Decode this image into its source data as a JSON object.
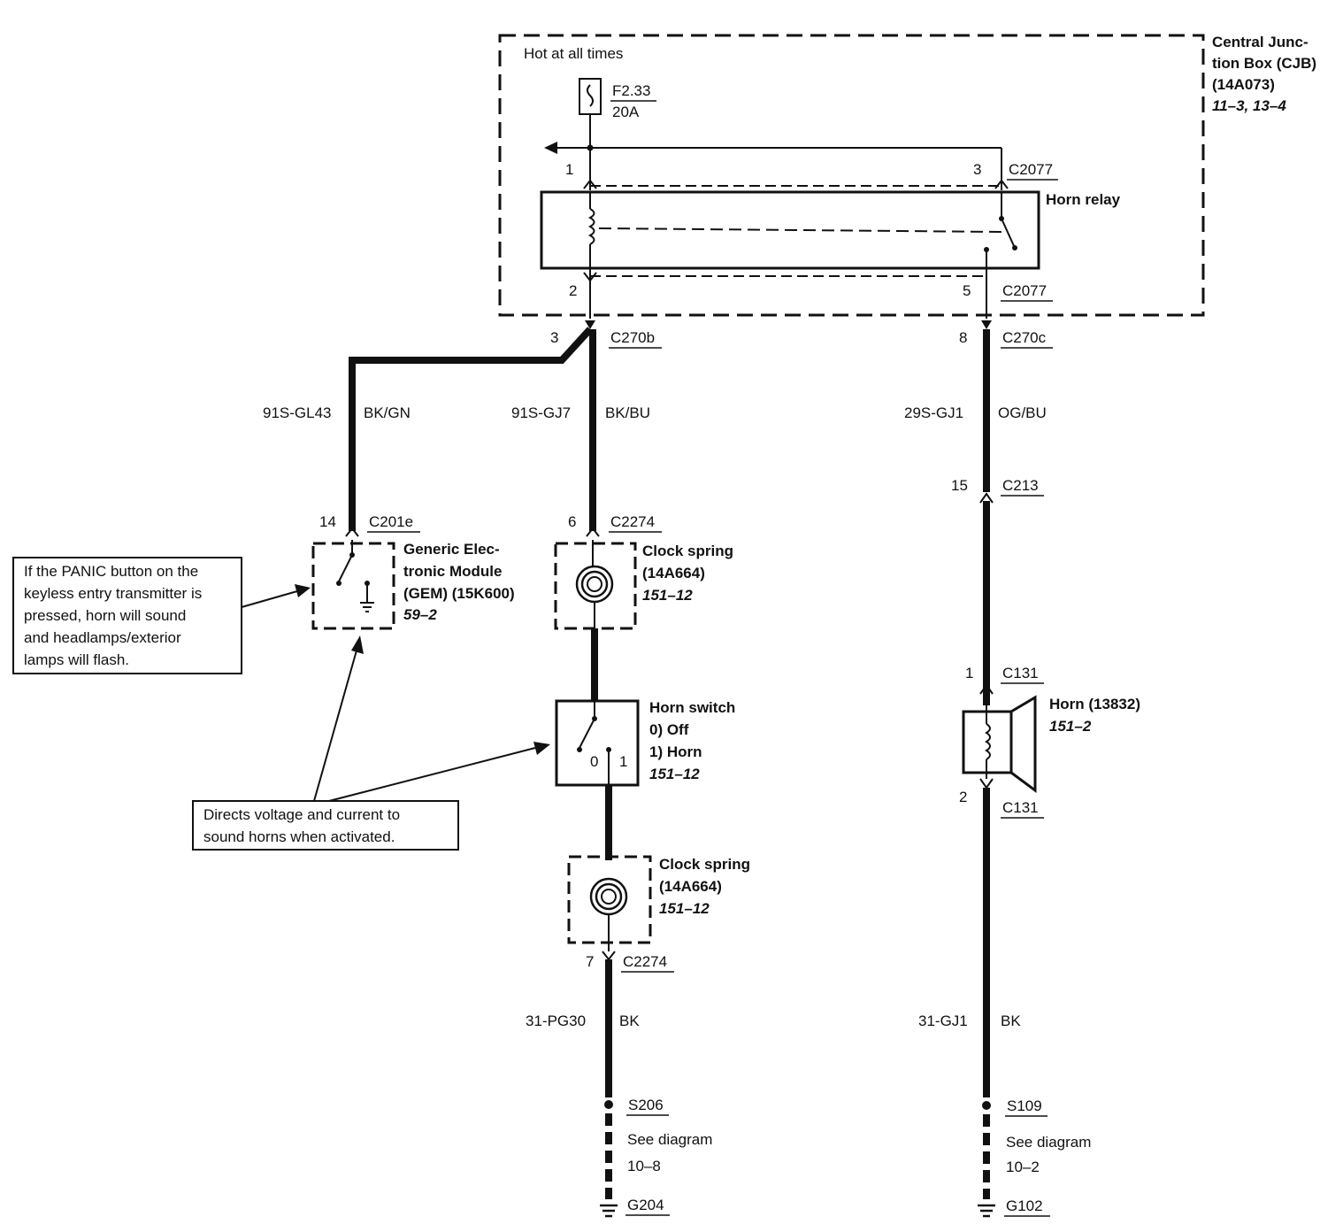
{
  "cjb": {
    "hot_label": "Hot at all times",
    "fuse_id": "F2.33",
    "fuse_rating": "20A",
    "title_1": "Central Junc-",
    "title_2": "tion Box (CJB)",
    "part": "(14A073)",
    "ref": "11–3, 13–4"
  },
  "relay": {
    "label": "Horn relay",
    "pin1": "1",
    "pin3": "3",
    "conn_top": "C2077",
    "pin2": "2",
    "pin5": "5",
    "conn_bottom": "C2077"
  },
  "c270b": {
    "pin": "3",
    "label": "C270b"
  },
  "c270c": {
    "pin": "8",
    "label": "C270c"
  },
  "wires": {
    "gem_circuit": "91S-GL43",
    "gem_color": "BK/GN",
    "switch_circuit": "91S-GJ7",
    "switch_color": "BK/BU",
    "horn_circuit": "29S-GJ1",
    "horn_color": "OG/BU",
    "ground_left_circuit": "31-PG30",
    "ground_left_color": "BK",
    "ground_right_circuit": "31-GJ1",
    "ground_right_color": "BK"
  },
  "c213": {
    "pin": "15",
    "label": "C213"
  },
  "gem": {
    "pin": "14",
    "conn": "C201e",
    "line1": "Generic Elec-",
    "line2": "tronic Module",
    "line3": "(GEM) (15K600)",
    "ref": "59–2"
  },
  "clockspring_top": {
    "pin": "6",
    "conn": "C2274",
    "name": "Clock spring",
    "part": "(14A664)",
    "ref": "151–12"
  },
  "horn_switch": {
    "name": "Horn switch",
    "pos0": "0)   Off",
    "pos1": "1)   Horn",
    "ref": "151–12",
    "contact0": "0",
    "contact1": "1"
  },
  "clockspring_bottom": {
    "name": "Clock spring",
    "part": "(14A664)",
    "ref": "151–12",
    "pin": "7",
    "conn": "C2274"
  },
  "horn": {
    "name": "Horn (13832)",
    "ref": "151–2",
    "pin1": "1",
    "conn1": "C131",
    "pin2": "2",
    "conn2": "C131"
  },
  "splice_left": {
    "id": "S206",
    "see": "See diagram",
    "ref": "10–8",
    "ground": "G204"
  },
  "splice_right": {
    "id": "S109",
    "see": "See diagram",
    "ref": "10–2",
    "ground": "G102"
  },
  "note_panic": {
    "line1": "If the PANIC button on the",
    "line2": "keyless entry transmitter is",
    "line3": "pressed, horn will sound",
    "line4": "and headlamps/exterior",
    "line5": "lamps will flash."
  },
  "note_directs": {
    "line1": "Directs voltage and current to",
    "line2": "sound horns when activated."
  }
}
